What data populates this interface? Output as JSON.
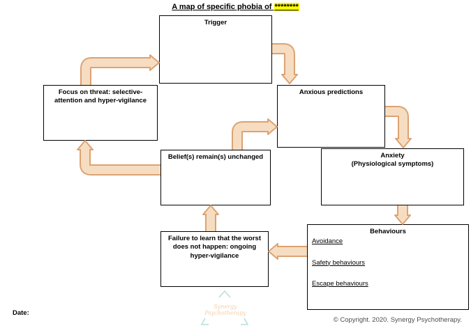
{
  "title": {
    "prefix": "A map of specific phobia of ",
    "highlighted": "********"
  },
  "boxes": {
    "trigger": {
      "label": "Trigger"
    },
    "focus": {
      "label": "Focus on threat: selective-attention and hyper-vigilance"
    },
    "anxious_predictions": {
      "label": "Anxious predictions"
    },
    "anxiety": {
      "line1": "Anxiety",
      "line2": "(Physiological symptoms)"
    },
    "belief": {
      "label": "Belief(s) remain(s) unchanged"
    },
    "failure": {
      "label": "Failure to learn that the worst does not happen: ongoing hyper-vigilance"
    },
    "behaviours": {
      "label": "Behaviours",
      "items": [
        "Avoidance",
        "Safety behaviours",
        "Escape behaviours"
      ]
    }
  },
  "arrows": [
    "focus-to-trigger",
    "trigger-to-anxious-predictions",
    "anxious-predictions-to-anxiety",
    "anxiety-to-behaviours",
    "behaviours-to-failure",
    "failure-to-belief",
    "belief-to-anxious-predictions",
    "belief-to-focus"
  ],
  "watermark": {
    "text": "Synergy Psychotherapy"
  },
  "footer": {
    "date_label": "Date:",
    "copyright": "© Copyright. 2020. Synergy Psychotherapy."
  },
  "colors": {
    "arrow_fill": "#F6DDC1",
    "arrow_border": "#DCA273",
    "highlight": "#FFFF00",
    "watermark_teal": "#B5DEDA",
    "watermark_text": "#F2CFA9"
  }
}
